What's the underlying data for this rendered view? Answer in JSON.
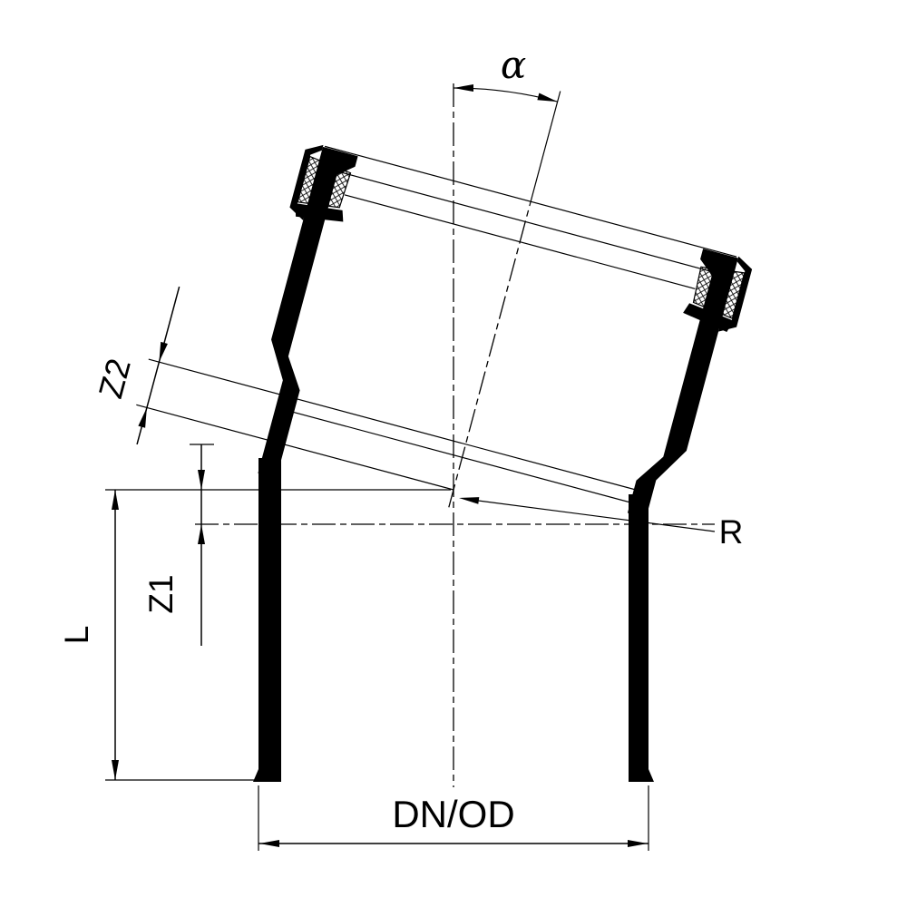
{
  "drawing": {
    "labels": {
      "angle": "α",
      "z2": "Z2",
      "z1": "Z1",
      "length": "L",
      "diameter": "DN/OD",
      "radius": "R"
    },
    "colors": {
      "line": "#000000",
      "background": "#ffffff"
    }
  }
}
